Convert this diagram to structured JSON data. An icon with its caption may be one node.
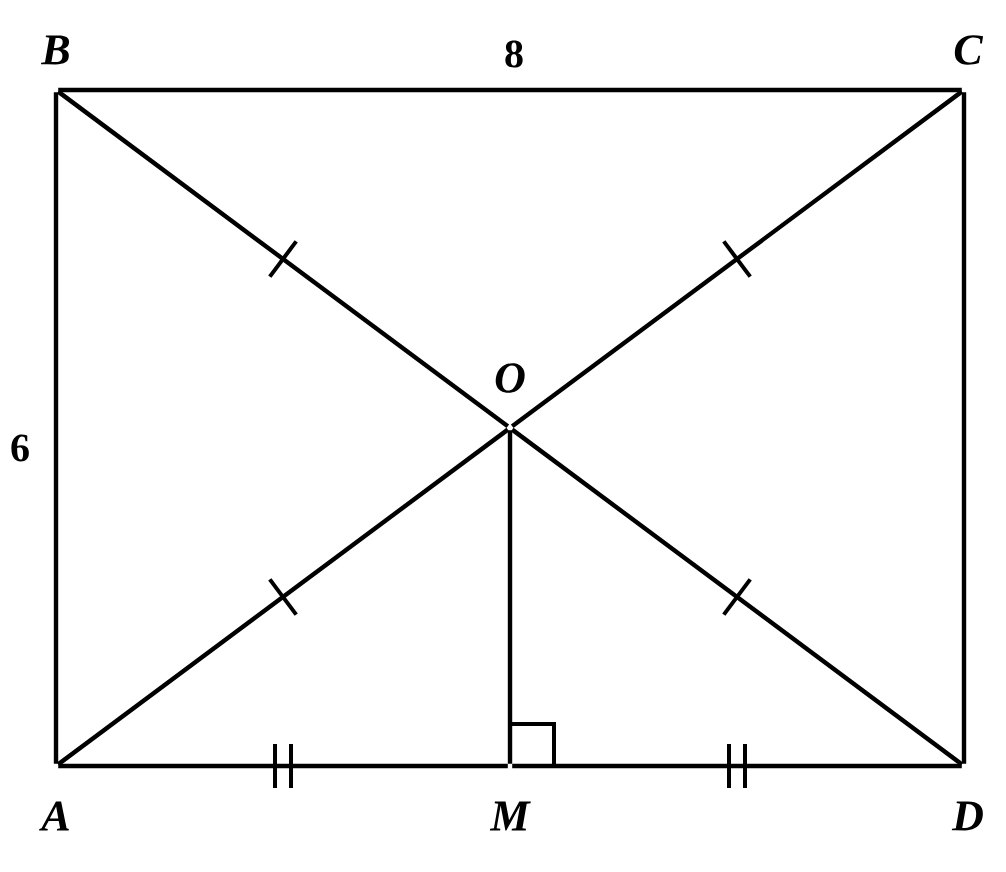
{
  "diagram": {
    "nodes": [
      {
        "text": [],
        "shape": "point",
        "beside": [
          "A"
        ]
      },
      {
        "text": [],
        "shape": "point",
        "beside": [
          "B"
        ]
      },
      {
        "text": [],
        "shape": "point",
        "beside": [
          "C"
        ]
      },
      {
        "text": [],
        "shape": "point",
        "beside": [
          "D"
        ]
      },
      {
        "text": [],
        "shape": "point",
        "beside": [
          "O"
        ]
      },
      {
        "text": [],
        "shape": "point",
        "beside": [
          "M"
        ]
      }
    ],
    "edges": [
      {
        "from": 0,
        "to": 1,
        "arrow": "none",
        "label": "6"
      },
      {
        "from": 1,
        "to": 2,
        "arrow": "none",
        "label": "8"
      },
      {
        "from": 2,
        "to": 3,
        "arrow": "none"
      },
      {
        "from": 0,
        "to": 5,
        "arrow": "none"
      },
      {
        "from": 5,
        "to": 3,
        "arrow": "none"
      },
      {
        "from": 0,
        "to": 4,
        "arrow": "none"
      },
      {
        "from": 4,
        "to": 2,
        "arrow": "none"
      },
      {
        "from": 1,
        "to": 4,
        "arrow": "none"
      },
      {
        "from": 4,
        "to": 3,
        "arrow": "none"
      },
      {
        "from": 4,
        "to": 5,
        "arrow": "none"
      }
    ]
  }
}
